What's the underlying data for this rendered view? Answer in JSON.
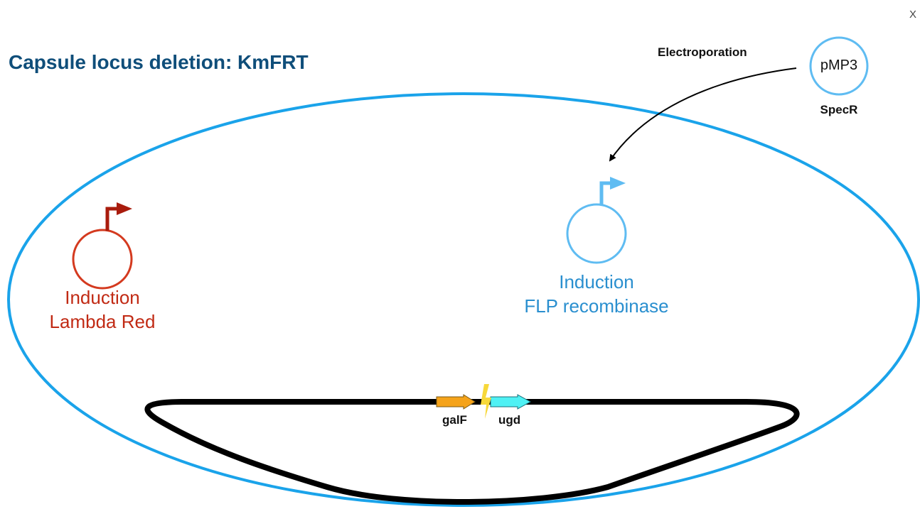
{
  "window": {
    "close_label": "X"
  },
  "title": "Capsule locus deletion: KmFRT",
  "electroporation": {
    "label": "Electroporation"
  },
  "external_plasmid": {
    "name": "pMP3",
    "marker": "SpecR"
  },
  "lambda_red": {
    "line1": "Induction",
    "line2": "Lambda Red"
  },
  "flp": {
    "line1": "Induction",
    "line2": "FLP recombinase"
  },
  "genes": {
    "left": "galF",
    "right": "ugd"
  },
  "colors": {
    "title": "#0f4e7a",
    "cell_membrane": "#1aa3ea",
    "lambda_red": "#d43a1f",
    "lambda_promoter": "#a91c0d",
    "flp": "#5fbcf2",
    "flp_text": "#2a8fcf",
    "chromosome": "#000000",
    "galF": "#f5a31a",
    "ugd": "#4ff1f4",
    "cut_site": "#f7d83a"
  },
  "icons": {
    "lambda_promoter": "promoter-arrow-icon",
    "flp_promoter": "promoter-arrow-icon",
    "cut": "lightning-bolt-icon",
    "close": "close-icon"
  }
}
